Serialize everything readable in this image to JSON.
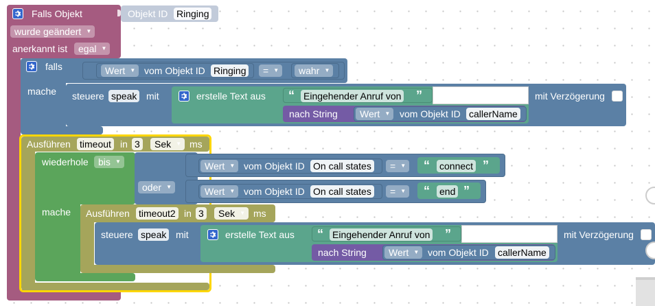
{
  "colors": {
    "event": "#a55b80",
    "logic": "#5b80a5",
    "text": "#5ba58c",
    "convert": "#745ba5",
    "loop": "#5ba55b",
    "timeout": "#a5a55b",
    "highlight": "#fcd600"
  },
  "trigger": {
    "title": "Falls Objekt",
    "object_label": "Objekt ID",
    "object_value": "Ringing",
    "changed_option": "wurde geändert",
    "ack_label": "anerkannt ist",
    "ack_option": "egal"
  },
  "if_block": {
    "if_label": "falls",
    "do_label": "mache",
    "cond_value_option": "Wert",
    "cond_from_label": "vom Objekt ID",
    "cond_object": "Ringing",
    "cond_op": "=",
    "cond_bool_option": "wahr"
  },
  "control1": {
    "label": "steuere",
    "var": "speak",
    "with_label": "mit",
    "create_text_label": "erstelle Text aus",
    "text_value": "Eingehender Anruf von",
    "to_string_label": "nach String",
    "value_option": "Wert",
    "from_label": "vom Objekt ID",
    "object": "callerName",
    "delay_label": "mit Verzögerung"
  },
  "timeout1": {
    "exec_label": "Ausführen",
    "name": "timeout",
    "in_label": "in",
    "amount": "3",
    "unit_option": "Sek",
    "unit_suffix": "ms"
  },
  "repeat": {
    "label": "wiederhole",
    "mode_option": "bis",
    "or_option": "oder",
    "do_label": "mache",
    "cond1_value_option": "Wert",
    "cond1_from_label": "vom Objekt ID",
    "cond1_object": "On call states",
    "cond1_op": "=",
    "cond1_text": "connect",
    "cond2_value_option": "Wert",
    "cond2_from_label": "vom Objekt ID",
    "cond2_object": "On call states",
    "cond2_op": "=",
    "cond2_text": "end"
  },
  "timeout2": {
    "exec_label": "Ausführen",
    "name": "timeout2",
    "in_label": "in",
    "amount": "3",
    "unit_option": "Sek",
    "unit_suffix": "ms"
  },
  "control2": {
    "label": "steuere",
    "var": "speak",
    "with_label": "mit",
    "create_text_label": "erstelle Text aus",
    "text_value": "Eingehender Anruf von",
    "to_string_label": "nach String",
    "value_option": "Wert",
    "from_label": "vom Objekt ID",
    "object": "callerName",
    "delay_label": "mit Verzögerung"
  },
  "icons": [
    "gear-icon",
    "dropdown-arrow-icon",
    "quote-open-icon",
    "quote-close-icon",
    "zoom-icon",
    "trash-icon"
  ]
}
